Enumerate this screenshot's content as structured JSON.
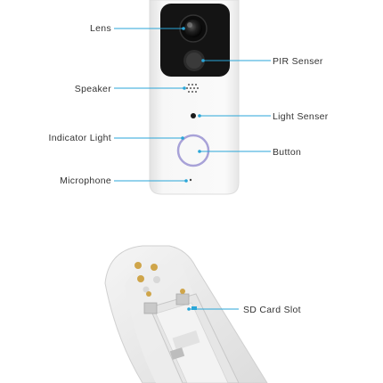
{
  "diagram": {
    "top_device_callouts": {
      "lens": "Lens",
      "pir_sensor": "PIR Senser",
      "speaker": "Speaker",
      "light_sensor": "Light Senser",
      "indicator_light": "Indicator Light",
      "button": "Button",
      "microphone": "Microphone"
    },
    "bottom_device_callouts": {
      "sd_card_slot": "SD Card Slot"
    },
    "colors": {
      "leader_line": "#2aa6d8",
      "indicator_ring": "#a8a2d8",
      "camera_panel": "#141414",
      "device_body": "#f4f4f4",
      "label_text": "#333333"
    }
  }
}
